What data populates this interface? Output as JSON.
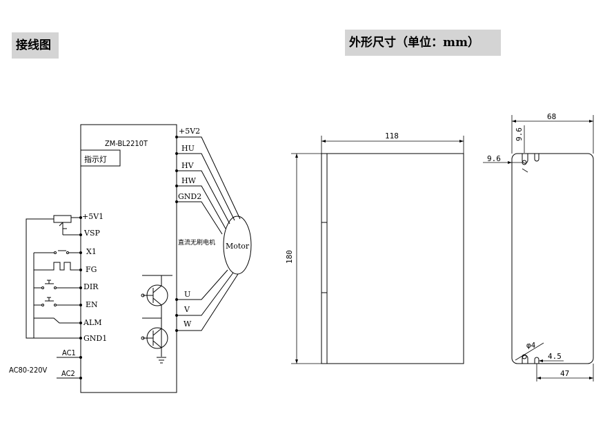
{
  "titles": {
    "wiring": "接线图",
    "dimensions": "外形尺寸（单位：mm）"
  },
  "wiring": {
    "model": "ZM-BL2210T",
    "indicator": "指示灯",
    "motor_text": "直流无刷电机",
    "motor_label": "Motor",
    "ac_supply": "AC80-220V",
    "left_terminals": [
      "+5V1",
      "VSP",
      "X1",
      "FG",
      "DIR",
      "EN",
      "ALM",
      "GND1"
    ],
    "ac_terminals": [
      "AC1",
      "AC2"
    ],
    "right_terminals": [
      "+5V2",
      "HU",
      "HV",
      "HW",
      "GND2"
    ],
    "phase_terminals": [
      "U",
      "V",
      "W"
    ]
  },
  "dimensions": {
    "side_width": "118",
    "side_height": "180",
    "front_width": "68",
    "hole_top_offset": "9.6",
    "hole_side_offset": "9.6",
    "hole_diameter": "φ4",
    "bottom_hole_offset": "4.5",
    "bottom_width": "47"
  }
}
